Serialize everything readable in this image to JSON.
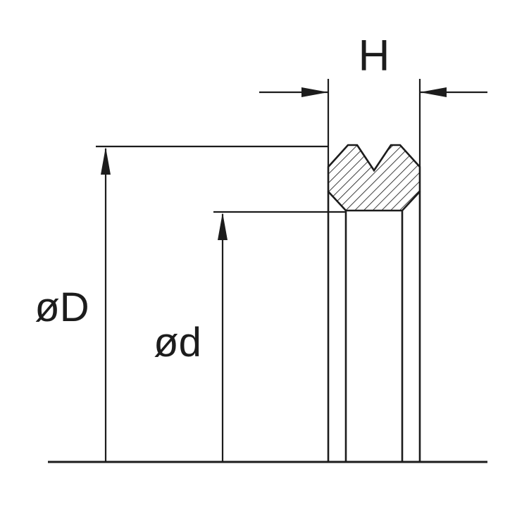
{
  "diagram": {
    "type": "technical-drawing",
    "subject": "seal cross-section with dimension callouts",
    "labels": {
      "height": "H",
      "outer_diameter": "øD",
      "inner_diameter": "ød"
    },
    "colors": {
      "line": "#1c1c1c",
      "hatch": "#1c1c1c",
      "background": "#ffffff"
    }
  }
}
